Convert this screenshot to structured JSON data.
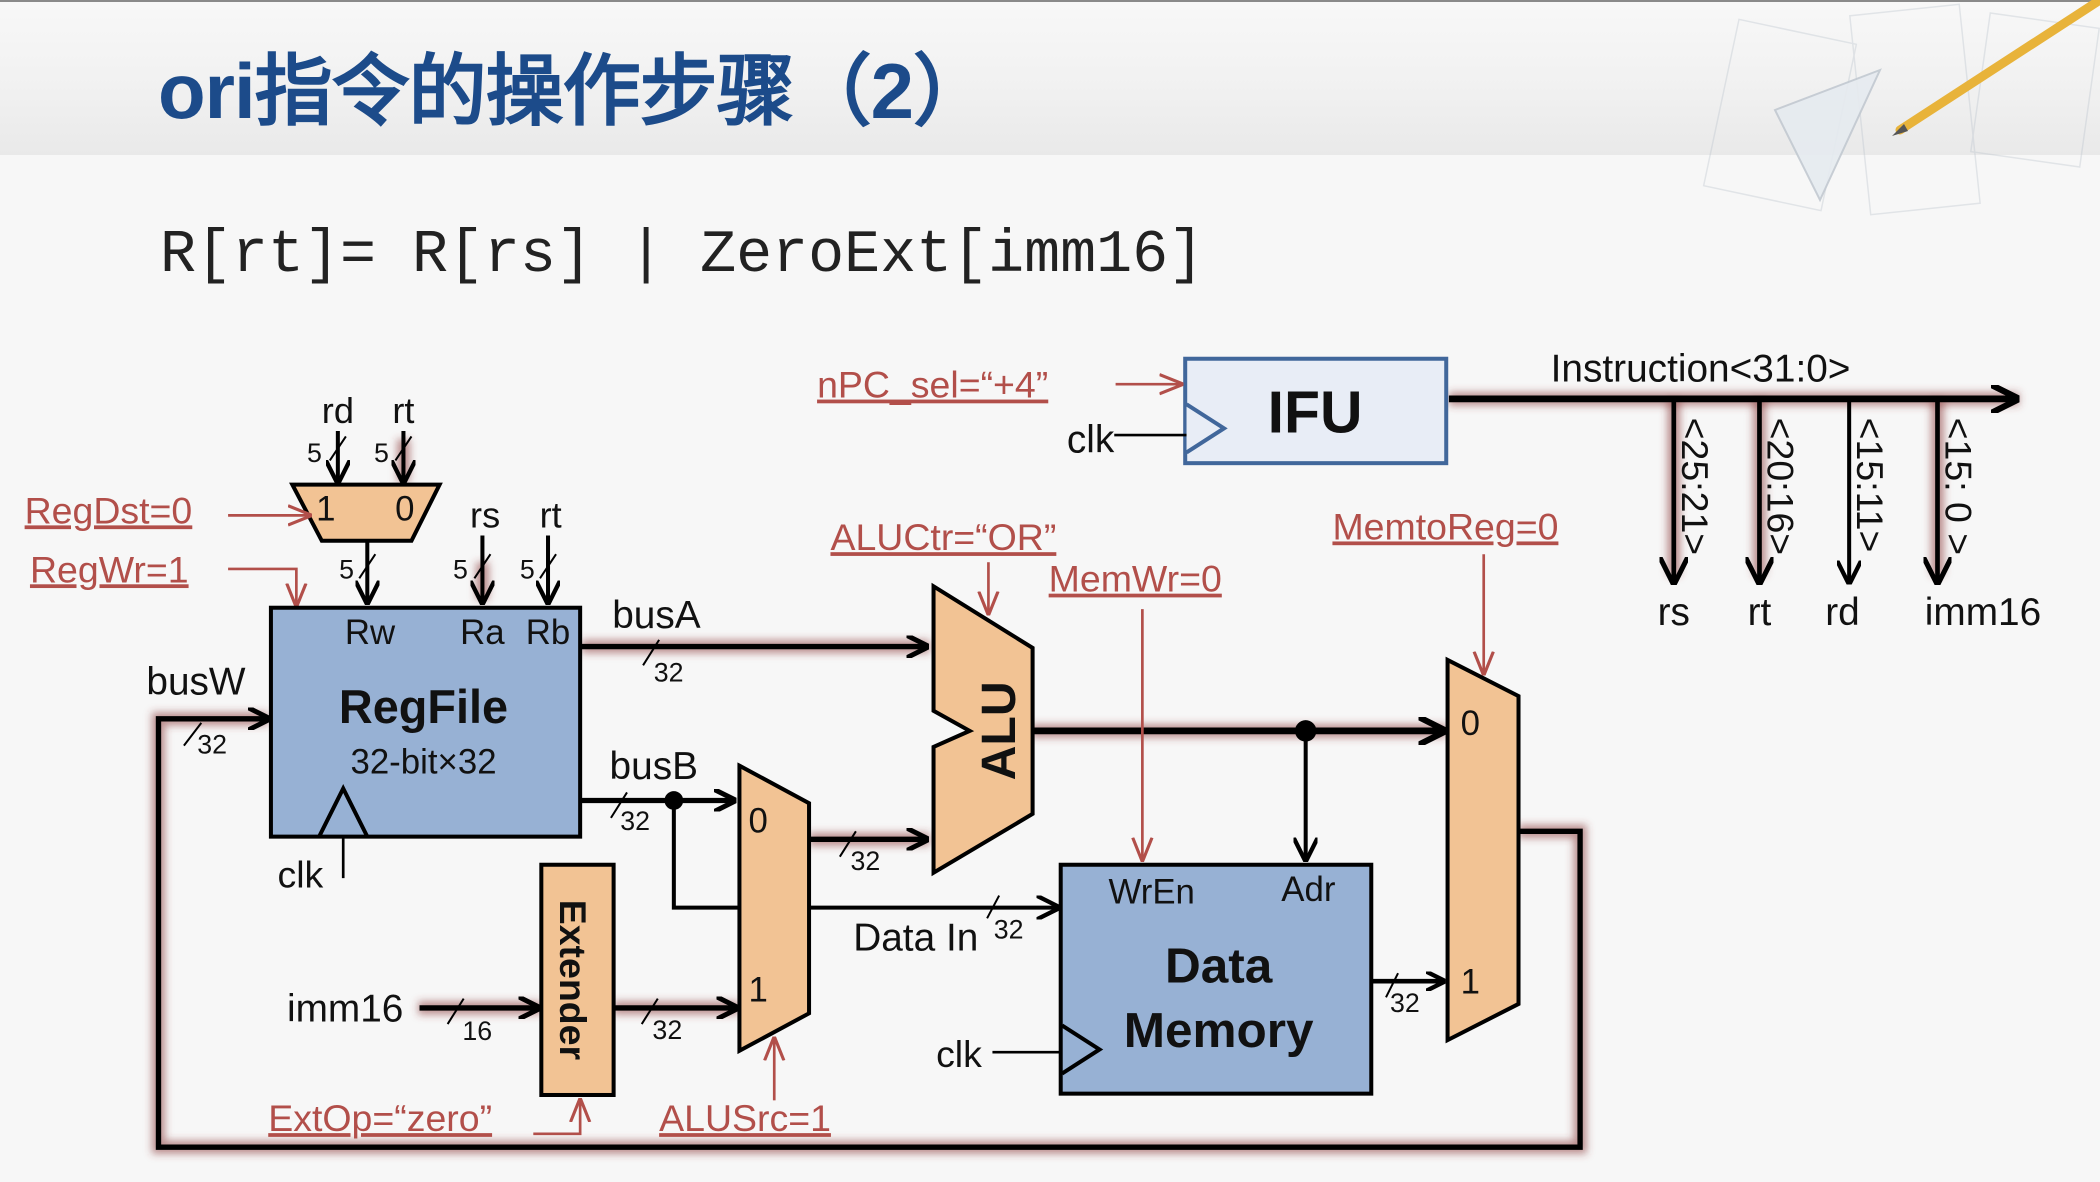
{
  "slide": {
    "title": "ori指令的操作步骤（2）",
    "formula": "R[rt]= R[rs] | ZeroExt[imm16]"
  },
  "colors": {
    "title": "#1c4b8a",
    "block_fill": "#97b1d4",
    "mux_fill": "#f2c394",
    "ifu_fill": "#e8edf6",
    "ifu_border": "#41679b",
    "control": "#b24f4a",
    "highlight": "#8b3a3a"
  },
  "diagram": {
    "ifu": {
      "label": "IFU",
      "clk": "clk"
    },
    "instruction": {
      "bus_label": "Instruction<31:0>",
      "fields": [
        {
          "bits": "<25:21>",
          "name": "rs"
        },
        {
          "bits": "<20:16>",
          "name": "rt"
        },
        {
          "bits": "<15:11>",
          "name": "rd"
        },
        {
          "bits": "<15: 0 >",
          "name": "imm16"
        }
      ]
    },
    "regdst_mux": {
      "in1": "1",
      "in0": "0",
      "top_labels": [
        "rd",
        "rt"
      ],
      "width": "5"
    },
    "regfile": {
      "title": "RegFile",
      "subtitle": "32-bit×32",
      "ports": {
        "rw": "Rw",
        "ra": "Ra",
        "rb": "Rb"
      },
      "inputs": {
        "ra": "rs",
        "rb": "rt"
      },
      "clk": "clk",
      "width5": "5"
    },
    "buses": {
      "busA": "busA",
      "busB": "busB",
      "busW": "busW",
      "w32": "32",
      "w16": "16",
      "data_in": "Data In"
    },
    "alu": {
      "label": "ALU"
    },
    "alusrc_mux": {
      "in0": "0",
      "in1": "1"
    },
    "extender": {
      "label": "Extender",
      "input": "imm16"
    },
    "data_memory": {
      "line1": "Data",
      "line2": "Memory",
      "wren": "WrEn",
      "adr": "Adr",
      "clk": "clk"
    },
    "memtoreg_mux": {
      "in0": "0",
      "in1": "1"
    },
    "controls": {
      "npc_sel": "nPC_sel=“+4”",
      "regdst": "RegDst=0",
      "regwr": "RegWr=1",
      "aluctr": "ALUCtr=“OR”",
      "memwr": "MemWr=0",
      "memtoreg": "MemtoReg=0",
      "extop": "ExtOp=“zero”",
      "alusrc": "ALUSrc=1"
    }
  }
}
